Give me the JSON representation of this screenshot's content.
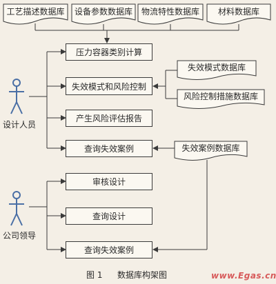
{
  "databases_top": [
    "工艺描述数据库",
    "设备参数数据库",
    "物流特性数据库",
    "材料数据库"
  ],
  "databases_right": {
    "failure_mode": "失效模式数据库",
    "risk_control": "风险控制措施数据库",
    "failure_case": "失效案例数据库"
  },
  "process_designer": {
    "calc": "压力容器类别计算",
    "failure_risk": "失效模式和风险控制",
    "report": "产生风险评估报告",
    "query_case": "查询失效案例"
  },
  "process_leader": {
    "review": "审核设计",
    "query_design": "查询设计",
    "query_case": "查询失效案例"
  },
  "actors": {
    "designer": "设计人员",
    "leader": "公司领导"
  },
  "caption": {
    "figure": "图 1",
    "title": "数据库构架图"
  },
  "watermark": "www.Egas.cn",
  "colors": {
    "line": "#3a3a3a",
    "actor": "#4a6fa5",
    "watermark": "#d75a5a"
  }
}
